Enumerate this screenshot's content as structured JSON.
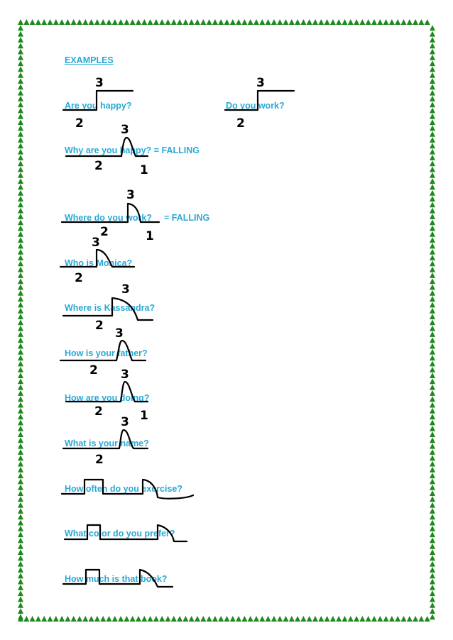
{
  "heading": "EXAMPLES",
  "sentences": [
    {
      "text": "Are you happy?"
    },
    {
      "text": "Do you work?"
    },
    {
      "text": "Why are you happy?",
      "suffix": " = FALLING"
    },
    {
      "text": "Where do you work?",
      "suffix": "= FALLING"
    },
    {
      "text": "Who is Monica?"
    },
    {
      "text": "Where is Kassandra?"
    },
    {
      "text": "How is your father?"
    },
    {
      "text": "How are you doing?"
    },
    {
      "text": "What is your name?"
    },
    {
      "text": "How often do you exercise?"
    },
    {
      "text": "What color do you prefer?"
    },
    {
      "text": "How much is that book?"
    }
  ],
  "pitch_numbers": [
    "3",
    "2",
    "3",
    "2",
    "3",
    "2",
    "1",
    "3",
    "2",
    "1",
    "3",
    "2",
    "3",
    "2",
    "3",
    "2",
    "3",
    "2",
    "1",
    "3",
    "2"
  ],
  "border_color": "#1e8a1e",
  "text_color": "#29a9d6"
}
